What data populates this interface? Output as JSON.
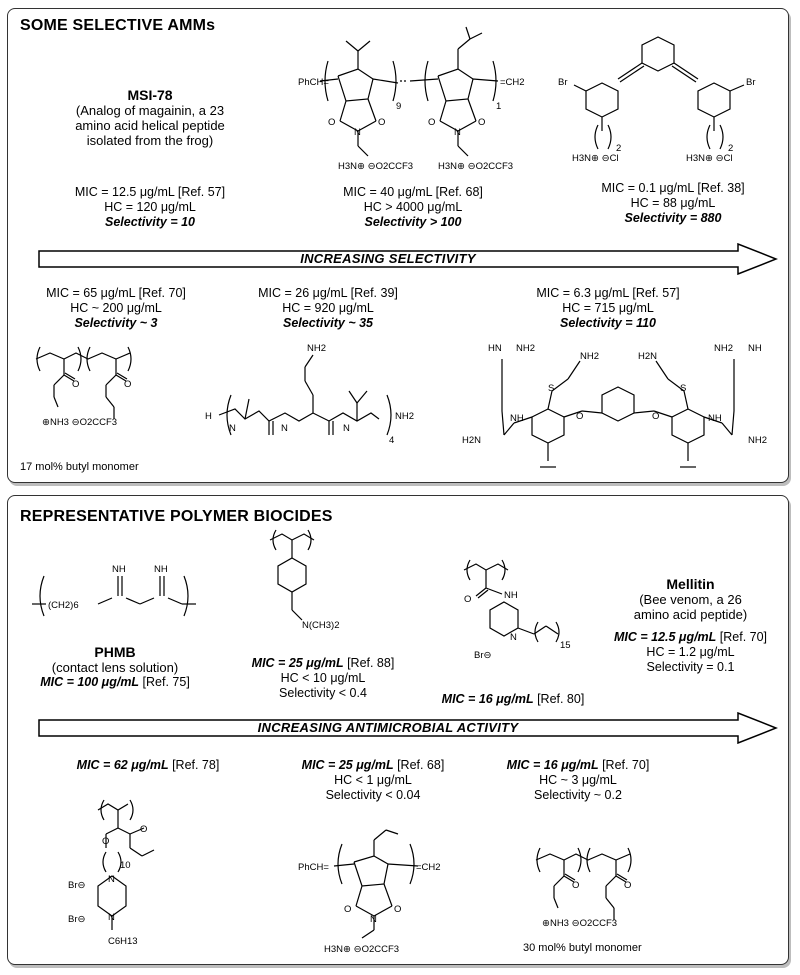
{
  "panel1": {
    "title": "SOME SELECTIVE AMMs",
    "arrow_label": "INCREASING SELECTIVITY",
    "msi78": {
      "name": "MSI-78",
      "desc": [
        "(Analog of magainin, a 23",
        "amino acid helical peptide",
        "isolated from the frog)"
      ]
    },
    "top": [
      {
        "mic": "MIC =  12.5 μg/mL [Ref. 57]",
        "hc": "HC = 120 μg/mL",
        "sel": "Selectivity = 10"
      },
      {
        "mic": "MIC =  40 μg/mL [Ref. 68]",
        "hc": "HC > 4000 μg/mL",
        "sel": "Selectivity > 100"
      },
      {
        "mic": "MIC =  0.1 μg/mL [Ref. 38]",
        "hc": "HC = 88 μg/mL",
        "sel": "Selectivity = 880"
      }
    ],
    "bottom": [
      {
        "mic": "MIC =  65 μg/mL [Ref. 70]",
        "hc": "HC ~ 200 μg/mL",
        "sel": "Selectivity ~ 3"
      },
      {
        "mic": "MIC =  26 μg/mL [Ref. 39]",
        "hc": "HC = 920 μg/mL",
        "sel": "Selectivity ~ 35"
      },
      {
        "mic": "MIC =  6.3 μg/mL [Ref. 57]",
        "hc": "HC = 715 μg/mL",
        "sel": "Selectivity = 110"
      }
    ],
    "polymer_caption": "17 mol% butyl monomer"
  },
  "panel2": {
    "title": "REPRESENTATIVE POLYMER BIOCIDES",
    "arrow_label": "INCREASING ANTIMICROBIAL ACTIVITY",
    "phmb": {
      "name": "PHMB",
      "desc": "(contact lens solution)",
      "mic_b": "MIC = 100 μg/mL",
      "mic_r": " [Ref. 75]"
    },
    "top_mid": {
      "mic_b": "MIC =  25 μg/mL",
      "mic_r": " [Ref. 88]",
      "hc": "HC < 10 μg/mL",
      "sel": "Selectivity < 0.4"
    },
    "top_pyr": {
      "mic_b": "MIC = 16 μg/mL",
      "mic_r": " [Ref. 80]"
    },
    "mellitin": {
      "name": "Mellitin",
      "desc": [
        "(Bee venom, a 26",
        "amino acid peptide)"
      ],
      "mic_b": "MIC = 12.5 μg/mL",
      "mic_r": " [Ref. 70]",
      "hc": "HC = 1.2 μg/mL",
      "sel": "Selectivity = 0.1"
    },
    "bottom": [
      {
        "mic_b": "MIC = 62 μg/mL",
        "mic_r": " [Ref. 78]"
      },
      {
        "mic_b": "MIC =  25 μg/mL",
        "mic_r": " [Ref. 68]",
        "hc": "HC < 1 μg/mL",
        "sel": "Selectivity < 0.04"
      },
      {
        "mic_b": "MIC =  16 μg/mL",
        "mic_r": " [Ref. 70]",
        "hc": "HC ~ 3 μg/mL",
        "sel": "Selectivity ~ 0.2"
      }
    ],
    "polymer_caption": "30 mol% butyl monomer"
  },
  "chem": {
    "br": "Br",
    "h3n_cl": "H3N⊕ ⊖Cl",
    "subscript_2": "2",
    "phch": "PhCH=",
    "ch2": "=CH2",
    "sub9": "9",
    "sub1": "1",
    "ammonium_tfa": "H3N⊕ ⊖O2CCF3",
    "nh3_tfa": "⊕NH3 ⊖O2CCF3",
    "nh2": "NH2",
    "nh": "NH",
    "h": "H",
    "n": "N",
    "o": "O",
    "s": "S",
    "hn": "HN",
    "h2n": "H2N",
    "sub4": "4",
    "ch2_6": "(CH2)6",
    "n_ch3_2": "N(CH3)2",
    "br_minus": "Br⊖",
    "sub15": "15",
    "sub10": "10",
    "c6h13": "C6H13"
  }
}
